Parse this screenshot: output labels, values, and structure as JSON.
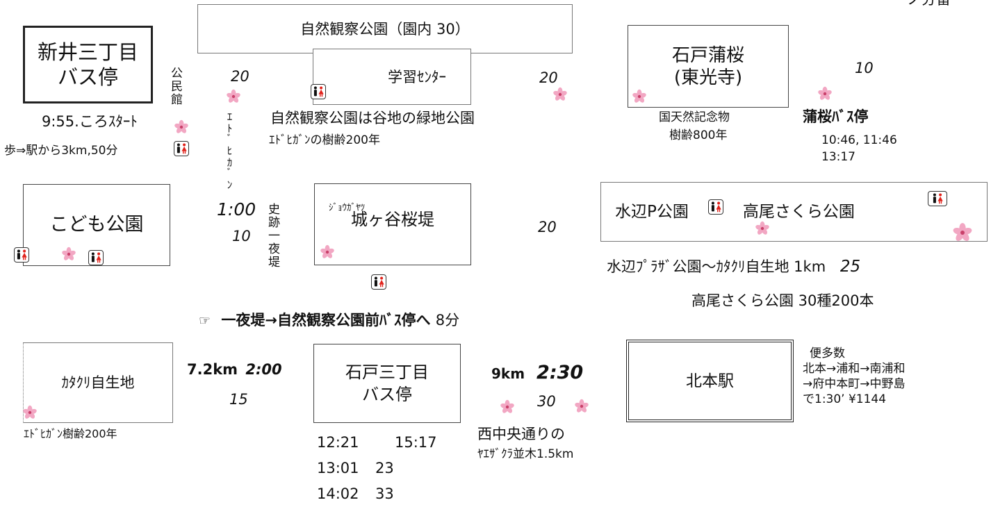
{
  "top_right_partial": "ノ分留",
  "stations": {
    "arai": [
      "新井三丁目",
      "バス停"
    ],
    "shizen": "自然観察公園（園内 30）",
    "gakushu": "学習ｾﾝﾀｰ",
    "ishido_kaba": [
      "石戸蒲桜",
      "(東光寺)"
    ],
    "kodomo": "こども公園",
    "jogayatsu_ruby": "ｼﾞｮｳｶﾞﾔﾂ",
    "jogayatsu": "城ヶ谷桜堤",
    "mizube": "水辺P公園",
    "takao": "高尾さくら公園",
    "katakuri": "ｶﾀｸﾘ自生地",
    "ishido3": [
      "石戸三丁目",
      "バス停"
    ],
    "kitamoto": "北本駅"
  },
  "labels": {
    "start_time": "9:55.ころｽﾀｰﾄ",
    "walk_from_station": "歩⇒駅から3km,50分",
    "kominkan": "公民館",
    "edohigan_vertical": "ｴﾄﾞﾋｶﾞﾝ",
    "shizen_note1": "自然観察公園は谷地の緑地公園",
    "shizen_note2": "ｴﾄﾞﾋｶﾞﾝの樹齢200年",
    "kaba_note1": "国天然記念物",
    "kaba_note2": "樹齢800年",
    "kaba_bus": "蒲桜ﾊﾞｽ停",
    "kaba_times1": "10:46, 11:46",
    "kaba_times2": "13:17",
    "shiseki_vertical": "史跡一夜堤",
    "mizube_note": "水辺ﾌﾟﾗｻﾞ公園〜ｶﾀｸﾘ自生地 1km",
    "takao_note": "高尾さくら公園 30種200本",
    "ichiyazutsumi_note_icon": "☞",
    "ichiyazutsumi_note": "一夜堤→自然観察公園前ﾊﾞｽ停へ",
    "ichiyazutsumi_min": "8分",
    "katakuri_note": "ｴﾄﾞﾋｶﾞﾝ樹齢200年",
    "nishi_note1": "西中央通りの",
    "nishi_note2": "ﾔｴｻﾞｸﾗ並木1.5km",
    "kitamoto_note1": "便多数",
    "kitamoto_note2": "北本→浦和→南浦和",
    "kitamoto_note3": "→府中本町→中野島",
    "kitamoto_note4": "で1:30’ ¥1144"
  },
  "times": {
    "t20a": "20",
    "t20b": "20",
    "t10a": "10",
    "t1_00": "1:00",
    "t10b": "10",
    "t20c": "20",
    "t25": "25",
    "dist1": "7.2km",
    "t2_00": "2:00",
    "t15": "15",
    "dist2": "9km",
    "t2_30": "2:30",
    "t30": "30"
  },
  "schedule": [
    [
      "12:21",
      "15:17"
    ],
    [
      "13:01",
      "23"
    ],
    [
      "14:02",
      "33"
    ]
  ],
  "colors": {
    "blossom": "#f2a7c3",
    "blossom_center": "#c9406a",
    "toilet_male": "#111111",
    "toilet_female": "#e0211a"
  },
  "icons": [
    "cherry-blossom-icon",
    "restroom-icon",
    "pointing-hand-icon"
  ]
}
